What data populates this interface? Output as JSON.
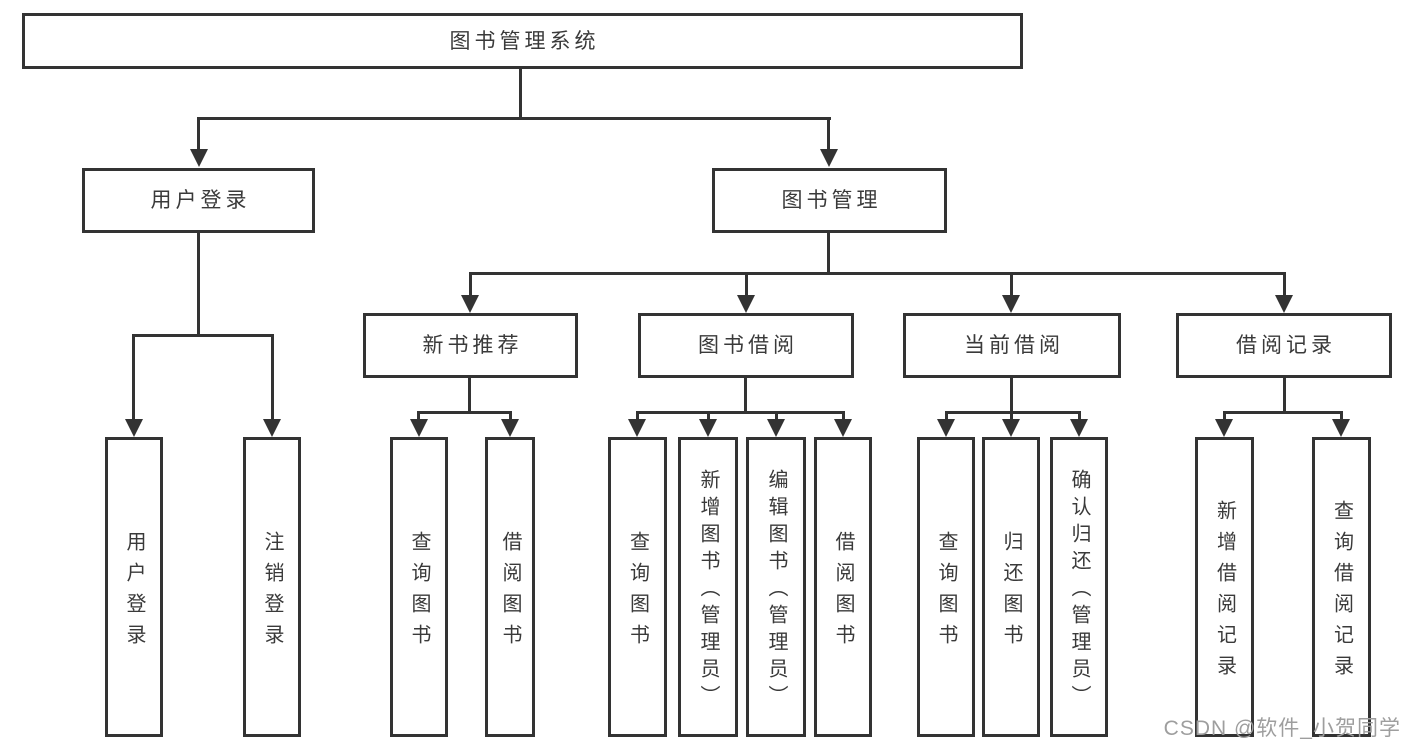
{
  "diagram": {
    "root": {
      "label": "图书管理系统"
    },
    "level2": [
      {
        "label": "用户登录"
      },
      {
        "label": "图书管理"
      }
    ],
    "level3": [
      {
        "label": "新书推荐"
      },
      {
        "label": "图书借阅"
      },
      {
        "label": "当前借阅"
      },
      {
        "label": "借阅记录"
      }
    ],
    "leaves": {
      "user_login": [
        "用户登录",
        "注销登录"
      ],
      "new_book": [
        "查询图书",
        "借阅图书"
      ],
      "book_borrow": [
        "查询图书",
        "新增图书（管理员）",
        "编辑图书（管理员）",
        "借阅图书"
      ],
      "current_borrow": [
        "查询图书",
        "归还图书",
        "确认归还（管理员）"
      ],
      "borrow_record": [
        "新增借阅记录",
        "查询借阅记录"
      ]
    }
  },
  "watermark": {
    "text": "CSDN @软件_小贺同学"
  },
  "colors": {
    "line": "#333333",
    "text": "#3a3a3a",
    "watermark": "#9e9e9e",
    "background": "#ffffff"
  }
}
